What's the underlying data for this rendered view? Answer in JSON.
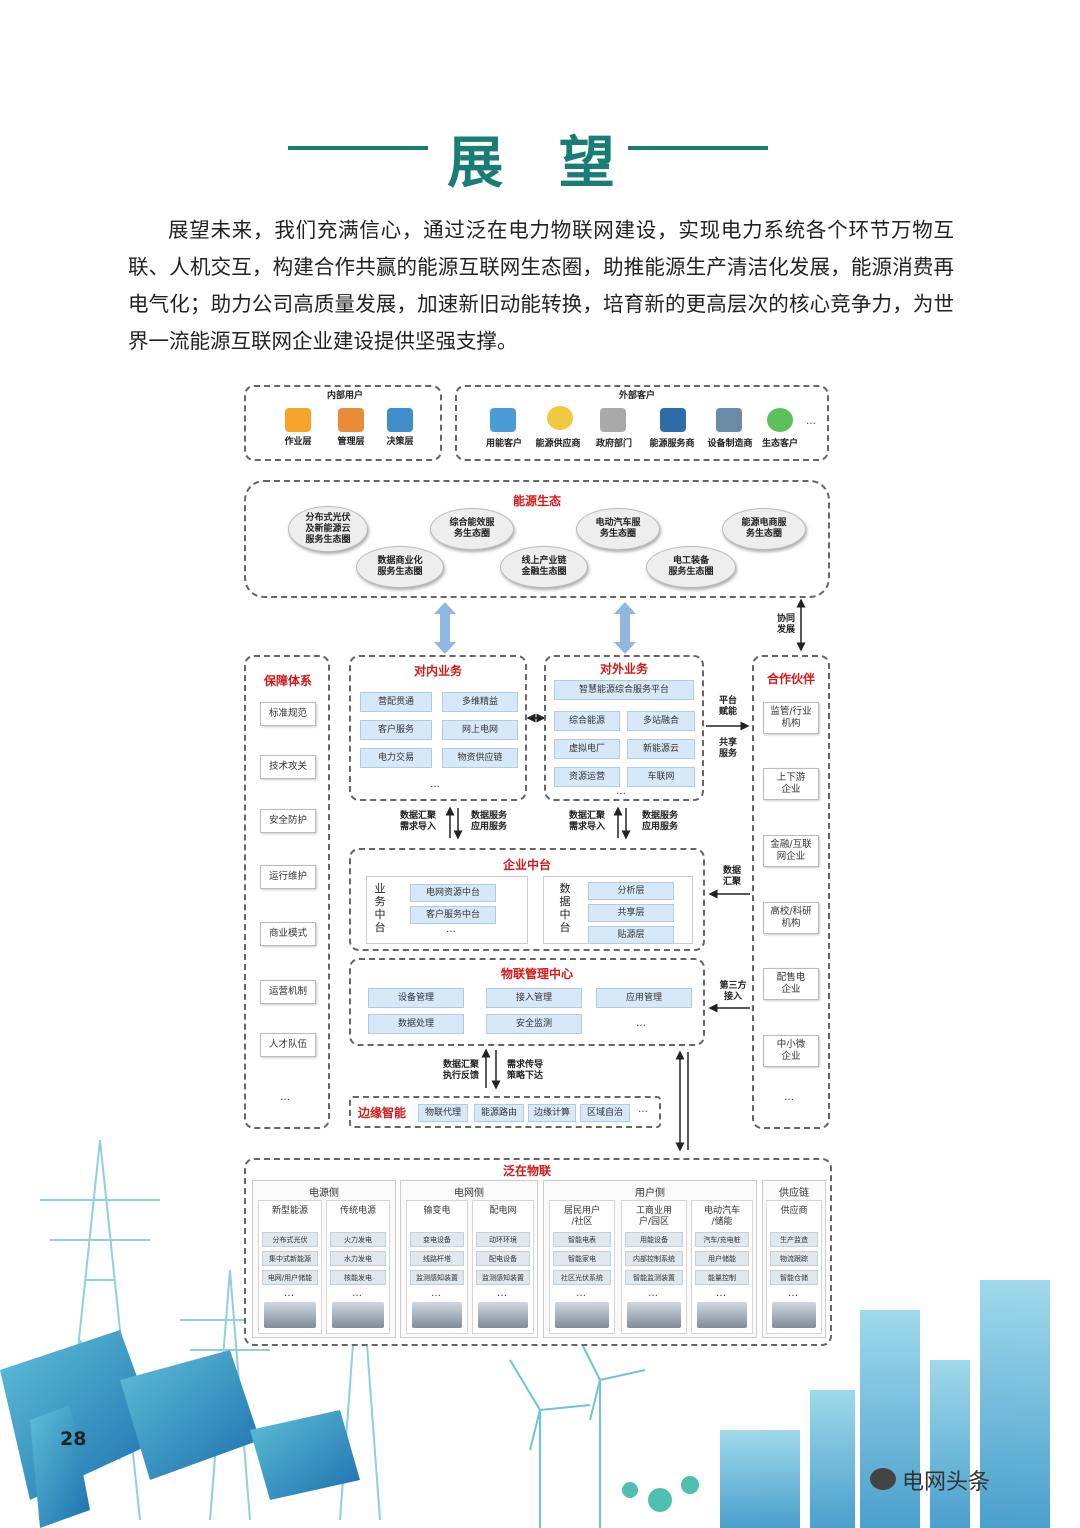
{
  "title": "展 望",
  "intro": "展望未来，我们充满信心，通过泛在电力物联网建设，实现电力系统各个环节万物互联、人机交互，构建合作共赢的能源互联网生态圈，助推能源生产清洁化发展，能源消费再电气化；助力公司高质量发展，加速新旧动能转换，培育新的更高层次的核心竞争力，为世界一流能源互联网企业建设提供坚强支撑。",
  "internal_users": {
    "title": "内部用户",
    "items": [
      "作业层",
      "管理层",
      "决策层"
    ]
  },
  "external_customers": {
    "title": "外部客户",
    "items": [
      "用能客户",
      "能源供应商",
      "政府部门",
      "能源服务商",
      "设备制造商",
      "生态客户"
    ],
    "more": "…"
  },
  "ecology": {
    "title": "能源生态",
    "circles": [
      "分布式光伏\n及新能源云\n服务生态圈",
      "综合能效服\n务生态圈",
      "电动汽车服\n务生态圈",
      "能源电商服\n务生态圈",
      "数据商业化\n服务生态圈",
      "线上产业链\n金融生态圈",
      "电工装备\n服务生态圈"
    ]
  },
  "coop_label": "协同\n发展",
  "guarantee": {
    "title": "保障体系",
    "items": [
      "标准规范",
      "技术攻关",
      "安全防护",
      "运行维护",
      "商业模式",
      "运营机制",
      "人才队伍"
    ],
    "more": "…"
  },
  "internal_biz": {
    "title": "对内业务",
    "items": [
      "营配贯通",
      "多维精益",
      "客户服务",
      "网上电网",
      "电力交易",
      "物资供应链"
    ],
    "more": "…"
  },
  "external_biz": {
    "title": "对外业务",
    "top": "智慧能源综合服务平台",
    "items": [
      "综合能源",
      "多站融合",
      "虚拟电厂",
      "新能源云",
      "资源运营",
      "车联网"
    ],
    "more": "…"
  },
  "platform_label": "平台\n赋能",
  "share_label": "共享\n服务",
  "partners": {
    "title": "合作伙伴",
    "items": [
      "监管/行业\n机构",
      "上下游\n企业",
      "金融/互联\n网企业",
      "高校/科研\n机构",
      "配售电\n企业",
      "中小微\n企业"
    ],
    "more": "…"
  },
  "flow_left": {
    "up": "数据汇聚\n需求导入",
    "down": "数据服务\n应用服务"
  },
  "flow_right": {
    "up": "数据汇聚\n需求导入",
    "down": "数据服务\n应用服务"
  },
  "data_gather": "数据\n汇聚",
  "third_party": "第三方\n接入",
  "enterprise": {
    "title": "企业中台",
    "biz_label": "业\n务\n中\n台",
    "biz": [
      "电网资源中台",
      "客户服务中台"
    ],
    "biz_more": "…",
    "data_label": "数\n据\n中\n台",
    "data": [
      "分析层",
      "共享层",
      "贴源层"
    ]
  },
  "iot": {
    "title": "物联管理中心",
    "items": [
      "设备管理",
      "接入管理",
      "应用管理",
      "数据处理",
      "安全监测"
    ],
    "more": "…"
  },
  "flow_bottom": {
    "left": "数据汇聚\n执行反馈",
    "right": "需求传导\n策略下达"
  },
  "edge": {
    "title": "边缘智能",
    "items": [
      "物联代理",
      "能源路由",
      "边缘计算",
      "区域自治"
    ],
    "more": "…"
  },
  "ubiquitous": {
    "title": "泛在物联",
    "groups": [
      {
        "name": "电源侧",
        "cols": [
          {
            "name": "新型能源",
            "items": [
              "分布式光伏",
              "集中式新能源",
              "电网/用户储能"
            ]
          },
          {
            "name": "传统电源",
            "items": [
              "火力发电",
              "水力发电",
              "核能发电"
            ]
          }
        ]
      },
      {
        "name": "电网侧",
        "cols": [
          {
            "name": "输变电",
            "items": [
              "变电设备",
              "线路杆塔",
              "监测感知装置"
            ]
          },
          {
            "name": "配电网",
            "items": [
              "动环环境",
              "配电设备",
              "监测感知装置"
            ]
          }
        ]
      },
      {
        "name": "用户侧",
        "cols": [
          {
            "name": "居民用户\n/社区",
            "items": [
              "智能电表",
              "智能家电",
              "社区光伏系统"
            ]
          },
          {
            "name": "工商业用\n户/园区",
            "items": [
              "用能设备",
              "内部控制系统",
              "智能监测装置"
            ]
          },
          {
            "name": "电动汽车\n/储能",
            "items": [
              "汽车/充电桩",
              "用户储能",
              "能量控制"
            ]
          }
        ]
      },
      {
        "name": "供应链",
        "cols": [
          {
            "name": "供应商",
            "items": [
              "生产监造",
              "物流跟踪",
              "智能仓储"
            ]
          }
        ]
      }
    ],
    "more": "…"
  },
  "page_number": "28",
  "watermark": "电网头条"
}
